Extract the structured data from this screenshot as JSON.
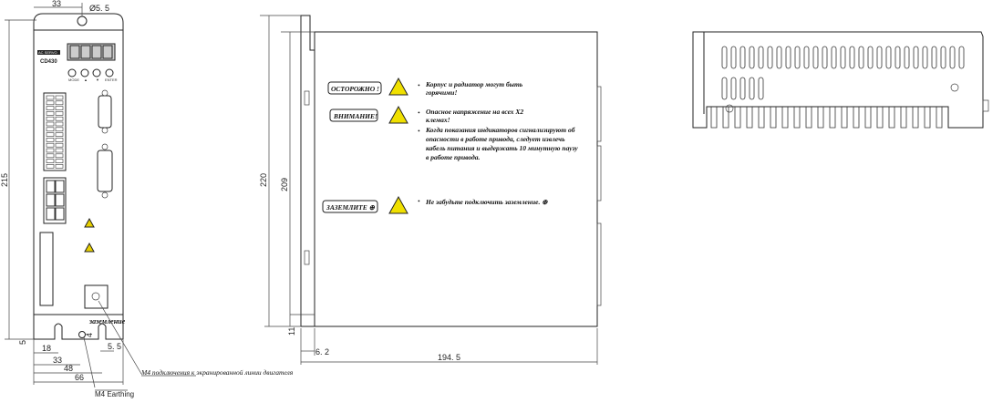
{
  "front_view": {
    "brand": "AC SERVO",
    "model": "CD430",
    "buttons": [
      "MODE",
      "▲",
      "▼",
      "ENTER"
    ],
    "ground_label": "заземление",
    "dimensions": {
      "top_offset": "33",
      "hole_diameter": "Ø5. 5",
      "height": "215",
      "flange": "5",
      "slot_offset": "4",
      "d18": "18",
      "d33": "33",
      "d48": "48",
      "d66": "66",
      "slot_width": "5. 5"
    }
  },
  "side_view": {
    "dimensions": {
      "total_height": "220",
      "body_height": "209",
      "offset": "11",
      "plate": "6. 2",
      "depth": "194. 5"
    },
    "warnings": [
      {
        "badge": "ОСТОРОЖНО !",
        "icon": "hot-surface-icon",
        "lines": [
          "Корпус и радиатор могут быть",
          "горячими!"
        ]
      },
      {
        "badge": "ВНИМАНИЕ!",
        "icon": "high-voltage-icon",
        "lines": [
          "Опасное напряжение на всех X2",
          "клемах!"
        ]
      },
      {
        "badge": "",
        "icon": "",
        "lines": [
          "Когда показания индикаторов  сигнализируют об",
          "опасности в работе привода, следует извлечь",
          "кабель питания и выдержать 10 минутную паузу",
          "в работе привода."
        ]
      },
      {
        "badge": "ЗАЗЕМЛИТЕ ⊕",
        "icon": "ground-icon",
        "lines": [
          "Не забудьте  подключить  заземление. ⊕"
        ]
      }
    ]
  },
  "callouts": {
    "motor_shield": "M4 подключения к экранированной линии двигателя",
    "earthing": "M4 Earthing"
  }
}
